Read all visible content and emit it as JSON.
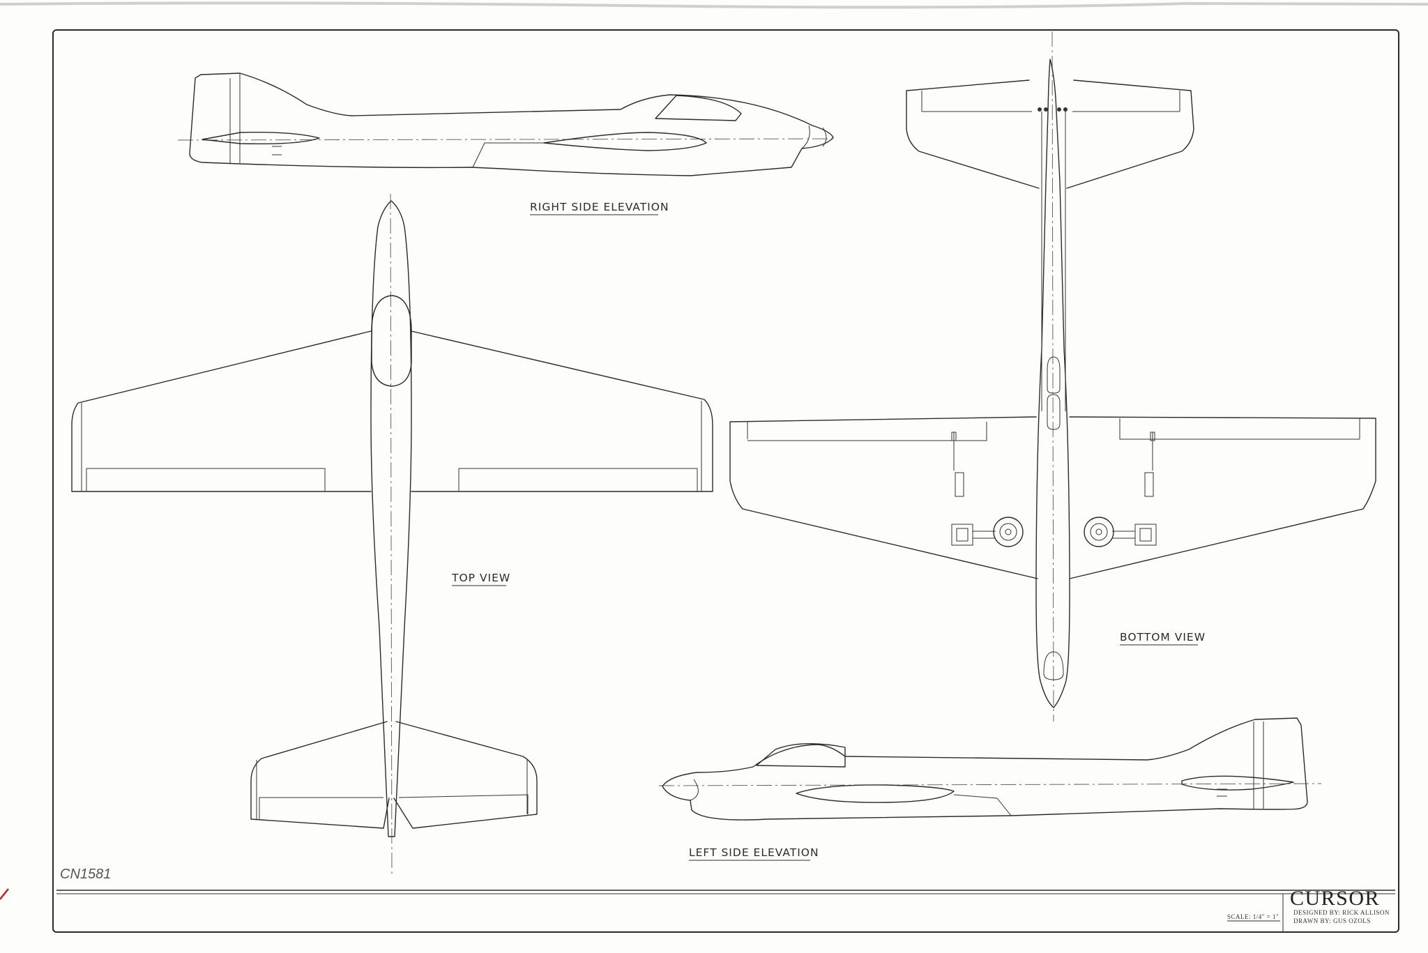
{
  "drawing": {
    "title": "CURSOR",
    "scale": "SCALE: 1/4\" = 1\"",
    "designed_by": "DESIGNED BY: RICK ALLISON",
    "drawn_by": "DRAWN BY:  GUS OZOLS",
    "catalog_mark": "CN1581"
  },
  "views": {
    "right_side": "RIGHT SIDE ELEVATION",
    "top": "TOP VIEW",
    "bottom": "BOTTOM VIEW",
    "left_side": "LEFT SIDE ELEVATION"
  }
}
